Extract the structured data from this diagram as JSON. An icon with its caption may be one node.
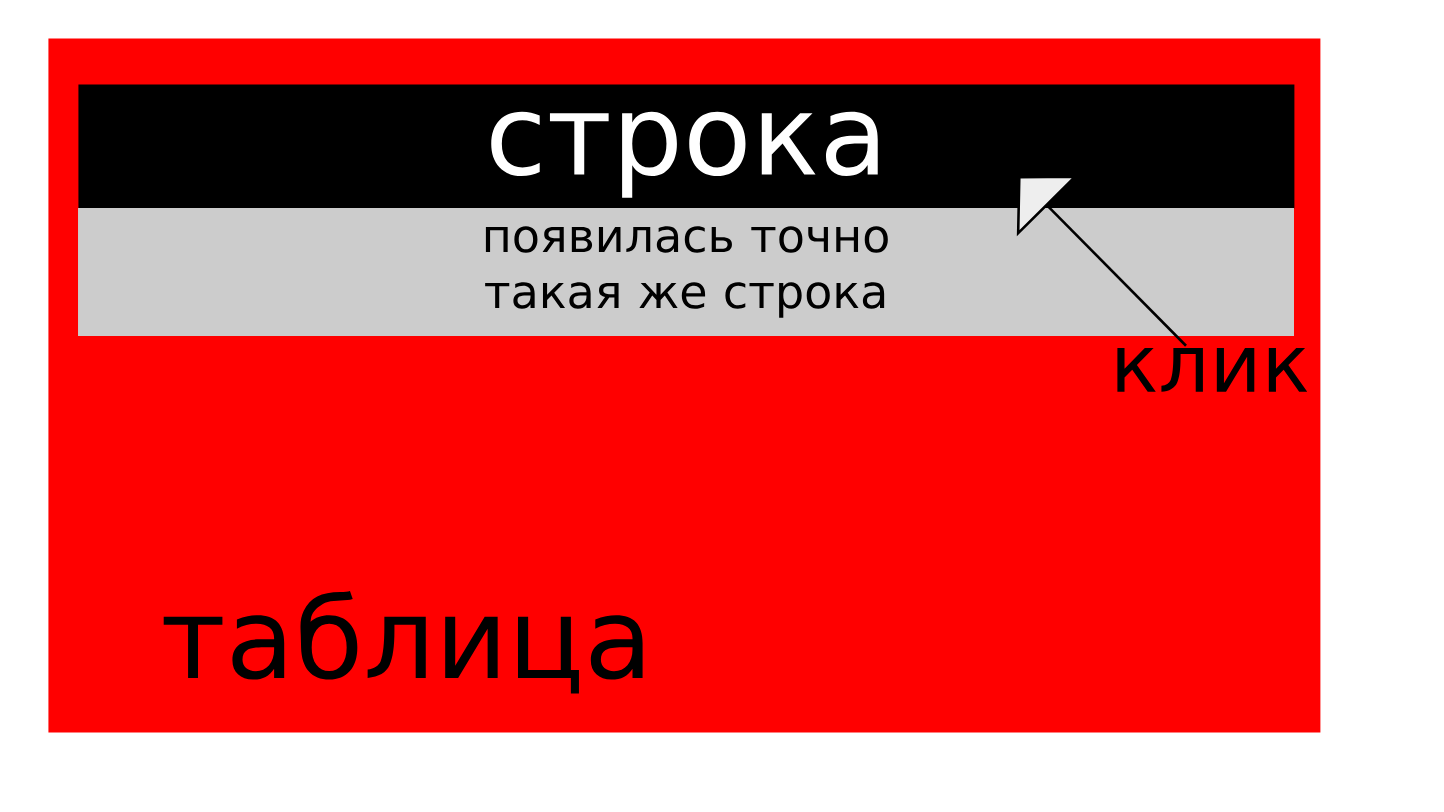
{
  "diagram": {
    "nodes": [
      {
        "text": [
          "таблица"
        ]
      },
      {
        "text": [
          "строка"
        ],
        "in": 0
      },
      {
        "text": [
          "появилась точно такая же строка"
        ],
        "in": 0
      },
      {
        "text": [
          "клик"
        ],
        "in": 0
      }
    ],
    "edges": [
      {
        "from": 3,
        "to": 1,
        "arrow": "to"
      }
    ]
  }
}
